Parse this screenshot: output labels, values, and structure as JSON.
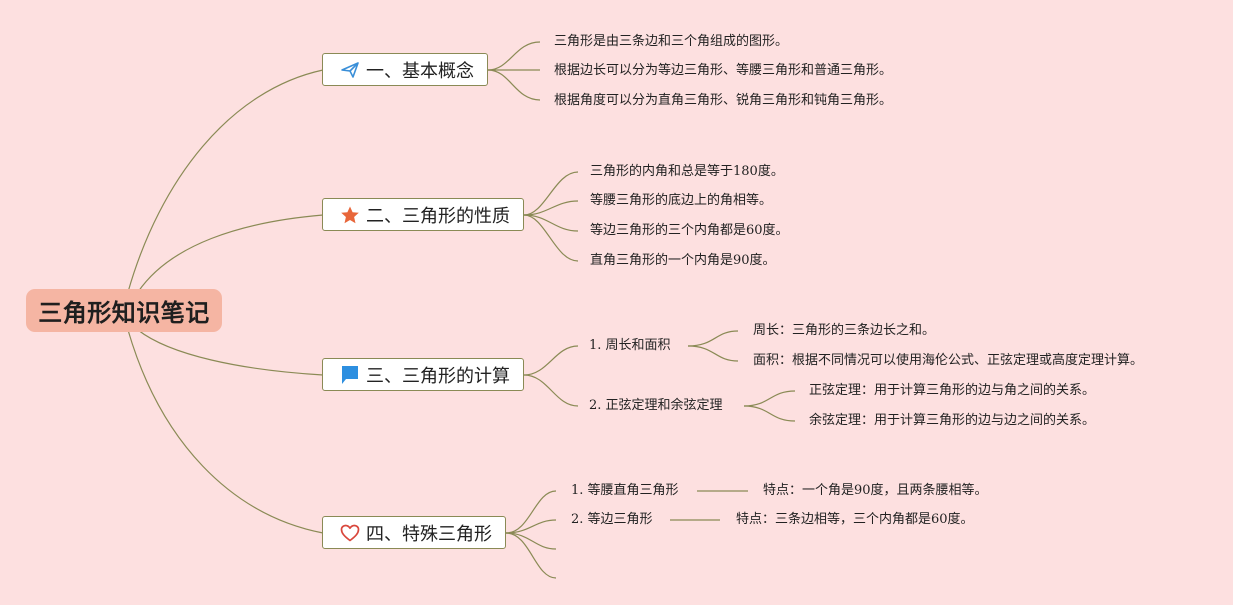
{
  "root": {
    "title": "三角形知识笔记"
  },
  "branches": [
    {
      "label": "一、基本概念",
      "icon": "paper-plane-icon",
      "items": [
        "三角形是由三条边和三个角组成的图形。",
        "根据边长可以分为等边三角形、等腰三角形和普通三角形。",
        "根据角度可以分为直角三角形、锐角三角形和钝角三角形。"
      ]
    },
    {
      "label": "二、三角形的性质",
      "icon": "star-icon",
      "items": [
        "三角形的内角和总是等于180度。",
        "等腰三角形的底边上的角相等。",
        "等边三角形的三个内角都是60度。",
        "直角三角形的一个内角是90度。"
      ]
    },
    {
      "label": "三、三角形的计算",
      "icon": "flag-icon",
      "subtopics": [
        {
          "label": "1. 周长和面积",
          "items": [
            "周长：三角形的三条边长之和。",
            "面积：根据不同情况可以使用海伦公式、正弦定理或高度定理计算。"
          ]
        },
        {
          "label": "2. 正弦定理和余弦定理",
          "items": [
            "正弦定理：用于计算三角形的边与角之间的关系。",
            "余弦定理：用于计算三角形的边与边之间的关系。"
          ]
        }
      ]
    },
    {
      "label": "四、特殊三角形",
      "icon": "heart-icon",
      "subtopics": [
        {
          "label": "1. 等腰直角三角形",
          "items": [
            "特点：一个角是90度，且两条腰相等。"
          ]
        },
        {
          "label": "2. 等边三角形",
          "items": [
            "特点：三条边相等，三个内角都是60度。"
          ]
        }
      ]
    }
  ],
  "colors": {
    "background": "#fde0e0",
    "root_fill": "#f5b5a3",
    "connector": "#8a8a55",
    "plane_icon": "#3a8fd8",
    "star_icon": "#e8663a",
    "flag_icon": "#2d8fe0",
    "heart_icon": "#d9473c"
  }
}
